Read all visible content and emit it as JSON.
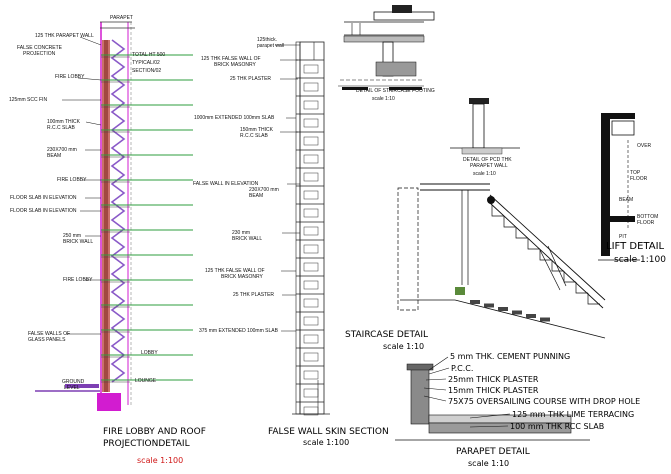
{
  "fire_lobby_panel": {
    "title_line1": "FIRE LOBBY  AND ROOF",
    "title_line2": "PROJECTIONDETAIL",
    "scale": "scale  1:100",
    "labels": {
      "parapet": "PARAPET",
      "parapet_wall": "125 THK PARAPET WALL",
      "false_concrete": "FALSE CONCRETE",
      "projection": "PROJECTION",
      "fire_lobby_1": "FIRE LOBBY",
      "scc_fin": "125mm SCC FIN",
      "rcc_slab_1": "100mm THICK",
      "rcc_slab_2": "R.C.C SLAB",
      "beam_1": "230X700 mm",
      "beam_2": "BEAM",
      "fire_lobby_2": "FIRE LOBBY",
      "floor_slab": "FLOOR SLAB IN ELEVATION",
      "floor_slab_2": "FLOOR SLAB IN ELEVATION",
      "brick_wall_1": "250 mm",
      "brick_wall_2": "BRICK WALL",
      "fire_lobby_3": "FIRE LOBBY",
      "false_walls_1": "FALSE WALLS OF",
      "false_walls_2": "GLASS PANELS",
      "lobby": "LOBBY",
      "lounge": "LOUNGE",
      "ground_level_1": "GROUND",
      "ground_level_2": "LEVEL",
      "right_note_1": "TOTAL HT 500",
      "right_note_2": "TYPICAL/02",
      "right_note_3": "SECTION/02"
    }
  },
  "false_wall_panel": {
    "title": "FALSE WALL SKIN SECTION",
    "scale": "scale  1:100",
    "labels": {
      "parapet_wall_1": "125thick.",
      "parapet_wall_2": "parapet wall",
      "false_wall_1": "125 THK FALSE WALL OF",
      "false_wall_2": "BRICK MASONRY",
      "plaster_1": "25 THK PLASTER",
      "extended_slab_1": "1000mm EXTENDED 100mm SLAB",
      "rcc_slab_1": "150mm THICK",
      "rcc_slab_2": "R.C.C SLAB",
      "false_wall_elev": "FALSE WALL IN ELEVATION",
      "beam_1": "230X700 mm",
      "beam_2": "BEAM",
      "brick_wall_1": "230 mm",
      "brick_wall_2": "BRICK WALL",
      "false_wall_3": "125 THK FALSE WALL OF",
      "false_wall_4": "BRICK MASONRY",
      "plaster_2": "25 THK PLASTER",
      "extended_slab_2": "375 mm EXTENDED 100mm SLAB"
    }
  },
  "top_detail": {
    "label_1": "DETAIL OF STAIRCASE FOOTING",
    "scale": "scale 1:10"
  },
  "small_detail": {
    "label_1": "DETAIL OF PCD THK",
    "label_2": "PARAPET WALL",
    "scale": "scale 1:10"
  },
  "staircase_panel": {
    "title": "STAIRCASE DETAIL",
    "scale": "scale  1:10"
  },
  "lift_panel": {
    "title": "LIFT DETAIL",
    "scale": "scale  1:100",
    "labels": {
      "over": "OVER",
      "top_floor_1": "TOP",
      "top_floor_2": "FLOOR",
      "bottom_1": "BOTTOM",
      "bottom_2": "FLOOR",
      "pit": "PIT",
      "mid": "BEAM"
    }
  },
  "parapet_panel": {
    "title": "PARAPET DETAIL",
    "scale": "scale  1:10",
    "notes": [
      "5 mm THK. CEMENT PUNNING",
      "P.C.C.",
      "25mm  THICK PLASTER",
      "15mm  THICK PLASTER",
      "75X75 OVERSAILING COURSE WITH DROP HOLE",
      "125 mm THK LIME TERRACING",
      "100 mm THK RCC SLAB"
    ]
  },
  "colors": {
    "line": "#111111",
    "leader_green": "#2e9e3e",
    "brick": "#b8423a",
    "magenta": "#d21cd0",
    "purple": "#8a5ac8",
    "scale_red": "#d01818"
  }
}
